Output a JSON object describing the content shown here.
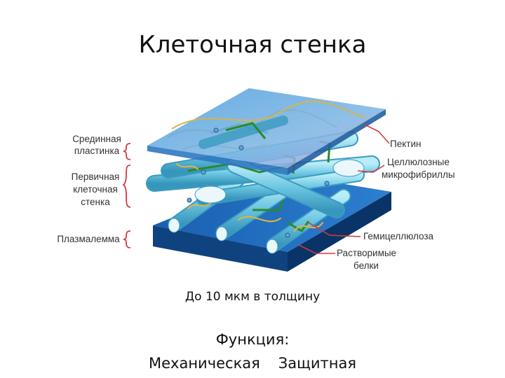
{
  "title": "Клеточная стенка",
  "labels": {
    "middle_lamella": [
      "Срединная",
      "пластинка"
    ],
    "primary_wall": [
      "Первичная",
      "клеточная",
      "стенка"
    ],
    "plasmalemma": "Плазмалемма",
    "pectin": "Пектин",
    "cellulose": [
      "Целлюлозные",
      "микрофибриллы"
    ],
    "hemicellulose": "Гемицеллюлоза",
    "soluble_proteins": [
      "Растворимые",
      "белки"
    ]
  },
  "thickness": "До 10 мкм в толщину",
  "functions": {
    "title": "Функция:",
    "items": [
      "Механическая",
      "Защитная"
    ]
  },
  "colors": {
    "lamella_top": "#6aa8dc",
    "plasmalemma_top": "#1d67b8",
    "plasmalemma_side": "#0d3e7e",
    "fibril": "#7fd0e8",
    "hemicellulose": "#2a8a2a",
    "pectin": "#d9b34a",
    "leader": "#d23b3b"
  }
}
